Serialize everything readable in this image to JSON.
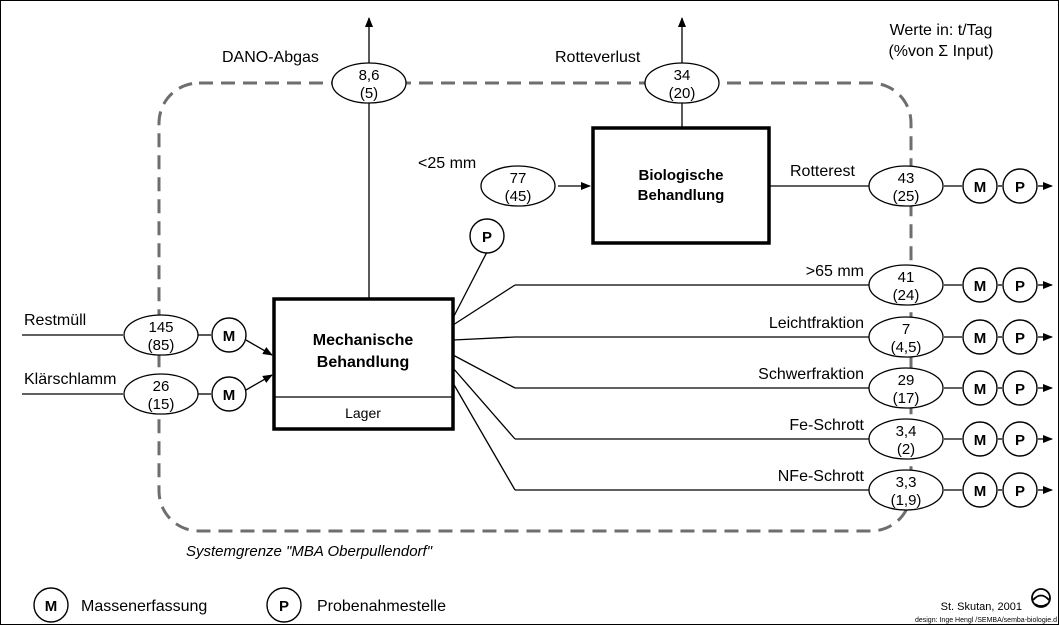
{
  "units": {
    "line1": "Werte in: t/Tag",
    "line2": "(%von Σ Input)"
  },
  "boxes": {
    "mechanical": {
      "line1": "Mechanische",
      "line2": "Behandlung",
      "storage": "Lager"
    },
    "biological": {
      "line1": "Biologische",
      "line2": "Behandlung"
    }
  },
  "flows": {
    "restmuell": {
      "label": "Restmüll",
      "value": "145",
      "pct": "(85)"
    },
    "klaerschlamm": {
      "label": "Klärschlamm",
      "value": "26",
      "pct": "(15)"
    },
    "dano": {
      "label": "DANO-Abgas",
      "value": "8,6",
      "pct": "(5)"
    },
    "rotteverlust": {
      "label": "Rotteverlust",
      "value": "34",
      "pct": "(20)"
    },
    "fine": {
      "label": "<25 mm",
      "value": "77",
      "pct": "(45)"
    },
    "rotterest": {
      "label": "Rotterest",
      "value": "43",
      "pct": "(25)"
    },
    "coarse": {
      "label": ">65 mm",
      "value": "41",
      "pct": "(24)"
    },
    "leicht": {
      "label": "Leichtfraktion",
      "value": "7",
      "pct": "(4,5)"
    },
    "schwer": {
      "label": "Schwerfraktion",
      "value": "29",
      "pct": "(17)"
    },
    "fe": {
      "label": "Fe-Schrott",
      "value": "3,4",
      "pct": "(2)"
    },
    "nfe": {
      "label": "NFe-Schrott",
      "value": "3,3",
      "pct": "(1,9)"
    }
  },
  "markers": {
    "mass": "M",
    "sample": "P"
  },
  "system_boundary": "Systemgrenze \"MBA Oberpullendorf\"",
  "legend": {
    "mass_label": "Massenerfassung",
    "sample_label": "Probenahmestelle"
  },
  "credits": {
    "author": "St. Skutan, 2001",
    "design": "design: Inge Hengl /SEMBA/semba-biologie.d"
  }
}
